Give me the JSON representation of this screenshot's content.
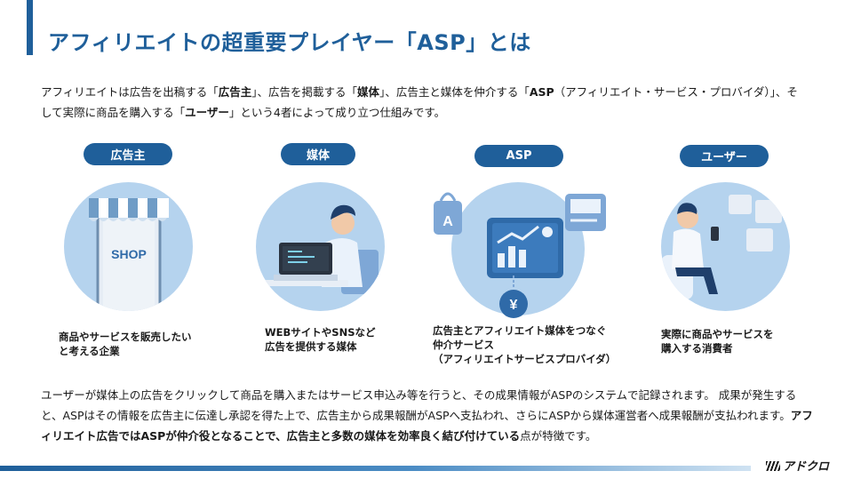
{
  "header": {
    "title": "アフィリエイトの超重要プレイヤー「ASP」とは"
  },
  "intro": {
    "p1": "アフィリエイトは広告を出稿する「",
    "b1": "広告主",
    "p2": "」、広告を掲載する「",
    "b2": "媒体",
    "p3": "」、広告主と媒体を仲介する「",
    "b3": "ASP",
    "p4": "（アフィリエイト・サービス・プロバイダ）」、そして実際に商品を購入する「",
    "b4": "ユーザー",
    "p5": "」という4者によって成り立つ仕組みです。"
  },
  "players": [
    {
      "label": "広告主",
      "desc1": "商品やサービスを販売したい",
      "desc2": "と考える企業",
      "desc3": "",
      "icon": "shop-phone-icon",
      "shop_text": "SHOP"
    },
    {
      "label": "媒体",
      "desc1": "WEBサイトやSNSなど",
      "desc2": "広告を提供する媒体",
      "desc3": "",
      "icon": "person-laptop-icon"
    },
    {
      "label": "ASP",
      "desc1": "広告主とアフィリエイト媒体をつなぐ",
      "desc2": "仲介サービス",
      "desc3": "（アフィリエイトサービスプロバイダ）",
      "icon": "analytics-dashboard-icon",
      "ad_text": "A",
      "yen_text": "¥"
    },
    {
      "label": "ユーザー",
      "desc1": "実際に商品やサービスを",
      "desc2": "購入する消費者",
      "desc3": "",
      "icon": "person-smartphone-icon"
    }
  ],
  "body": {
    "t1": "ユーザーが媒体上の広告をクリックして商品を購入またはサービス申込み等を行うと、その成果情報がASPのシステムで記録されます。 成果が発生すると、ASPはその情報を広告主に伝達し承認を得た上で、広告主から成果報酬がASPへ支払われ、さらにASPから媒体運営者へ成果報酬が支払われます。",
    "b1": "アフィリエイト広告ではASPが仲介役となることで、広告主と多数の媒体を効率良く結び付けている",
    "t2": "点が特徴です。"
  },
  "footer": {
    "logo_text": "アドクロ"
  },
  "colors": {
    "accent": "#1f5f9a",
    "circle": "#b5d3ee"
  }
}
